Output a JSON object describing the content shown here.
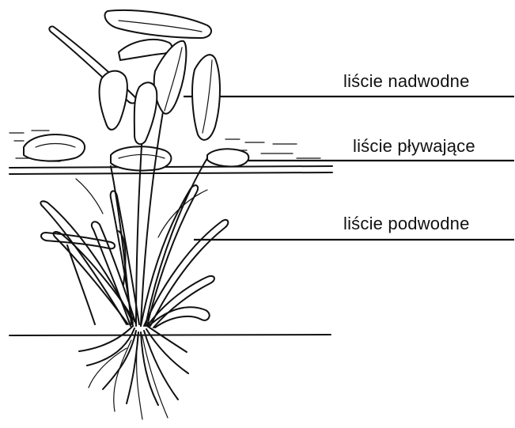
{
  "labels": {
    "emergent": "liście nadwodne",
    "floating": "liście pływające",
    "submerged": "liście podwodne"
  },
  "colors": {
    "ink": "#111111",
    "background": "#ffffff"
  }
}
